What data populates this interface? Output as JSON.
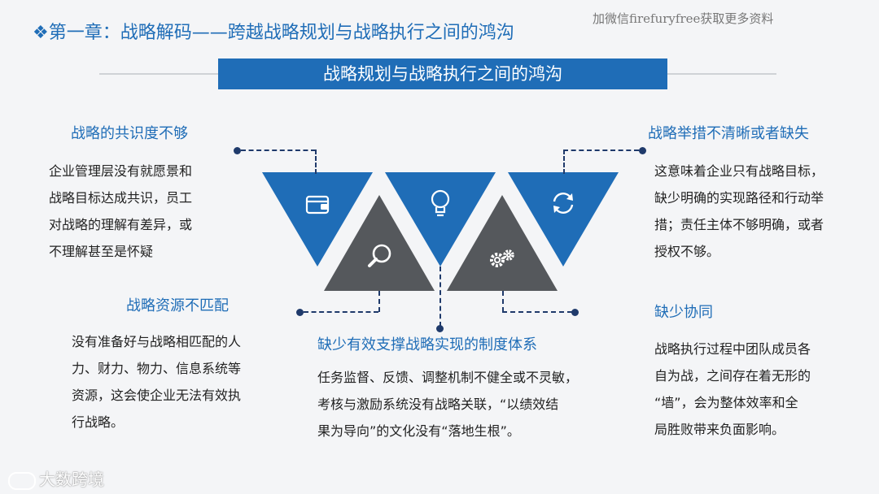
{
  "chapter_title": "❖第一章：战略解码——跨越战略规划与战略执行之间的鸿沟",
  "watermark": "加微信firefuryfree获取更多资料",
  "banner": "战略规划与战略执行之间的鸿沟",
  "items": [
    {
      "heading": "战略的共识度不够",
      "lines": [
        "企业管理层没有就愿景和",
        "战略目标达成共识，员工",
        "对战略的理解有差异，或",
        "不理解甚至是怀疑"
      ]
    },
    {
      "heading": "战略举措不清晰或者缺失",
      "lines": [
        "这意味着企业只有战略目标，",
        "缺少明确的实现路径和行动举",
        "措；责任主体不够明确，或者",
        "授权不够。"
      ]
    },
    {
      "heading": "战略资源不匹配",
      "lines": [
        "没有准备好与战略相匹配的人",
        "力、财力、物力、信息系统等",
        "资源，这会使企业无法有效执",
        "行战略。"
      ]
    },
    {
      "heading": "缺少有效支撑战略实现的制度体系",
      "lines": [
        "任务监督、反馈、调整机制不健全或不灵敏，",
        "考核与激励系统没有战略关联，“以绩效结",
        "果为导向”的文化没有“落地生根”。"
      ]
    },
    {
      "heading": "缺少协同",
      "lines": [
        "战略执行过程中团队成员各",
        "自为战，之间存在着无形的",
        "“墙”，会为整体效率和全",
        "局胜败带来负面影响。"
      ]
    }
  ],
  "icons": [
    "wallet-icon",
    "search-icon",
    "lightbulb-icon",
    "gears-icon",
    "refresh-icon"
  ],
  "colors": {
    "blue": "#1f6db7",
    "gray": "#55585c",
    "connector": "#1f3a6b"
  },
  "logo_text": "大数跨境"
}
